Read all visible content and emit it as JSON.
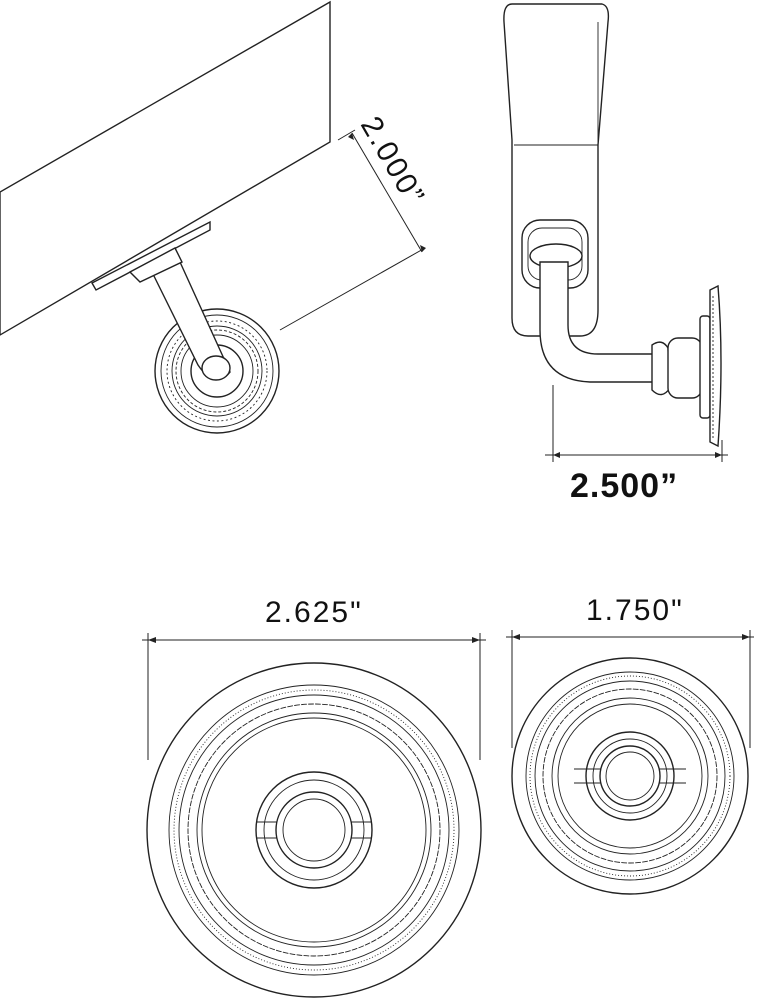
{
  "dimensions": {
    "rail_clearance": "2.000”",
    "projection": "2.500”",
    "large_rosette_diameter": "2.625\"",
    "small_rosette_diameter": "1.750\""
  }
}
